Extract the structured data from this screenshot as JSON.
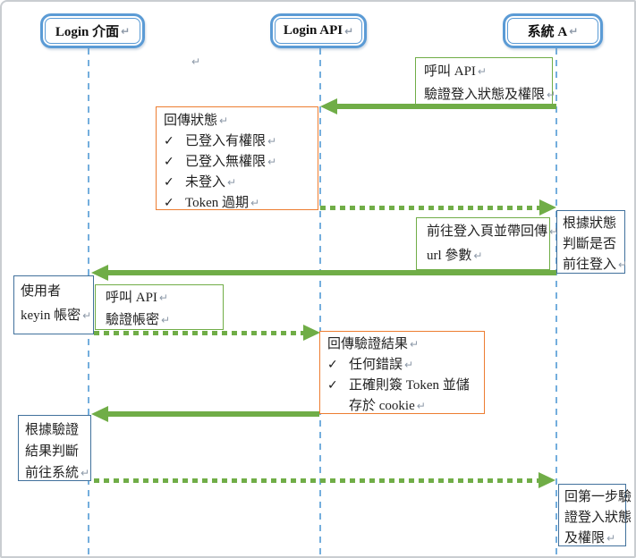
{
  "glyphs": {
    "return": "↵",
    "check": "✓"
  },
  "colors": {
    "arrow_green": "#70ad47",
    "note_green_border": "#70ad47",
    "note_orange_border": "#ed7d31",
    "note_blue_border": "#41719c",
    "actor_border_blue": "#5b9bd5",
    "lifeline_blue": "#74aedd"
  },
  "actors": {
    "ui": {
      "label": "Login 介面"
    },
    "api": {
      "label": "Login API"
    },
    "sys": {
      "label": "系統 A"
    }
  },
  "notes": {
    "verify_request": {
      "line1": "呼叫 API",
      "line2": "驗證登入狀態及權限"
    },
    "return_status": {
      "title": "回傳狀態",
      "items": [
        "已登入有權限",
        "已登入無權限",
        "未登入",
        "Token 過期"
      ]
    },
    "judge_login": {
      "line1": "根據狀態",
      "line2": "判斷是否",
      "line3": "前往登入"
    },
    "goto_login_page": {
      "line1": "前往登入頁並帶回傳",
      "line2": "url 參數"
    },
    "user_keyin": {
      "line1": "使用者",
      "line2": "keyin 帳密"
    },
    "verify_account": {
      "line1": "呼叫 API",
      "line2": "驗證帳密"
    },
    "return_verify_result": {
      "title": "回傳驗證結果",
      "item1": "任何錯誤",
      "item2a": "正確則簽 Token 並儲",
      "item2b": "存於 cookie"
    },
    "judge_result": {
      "line1": "根據驗證",
      "line2": "結果判斷",
      "line3": "前往系統"
    },
    "back_step1": {
      "line1": "回第一步驗",
      "line2": "證登入狀態",
      "line3": "及權限"
    }
  }
}
